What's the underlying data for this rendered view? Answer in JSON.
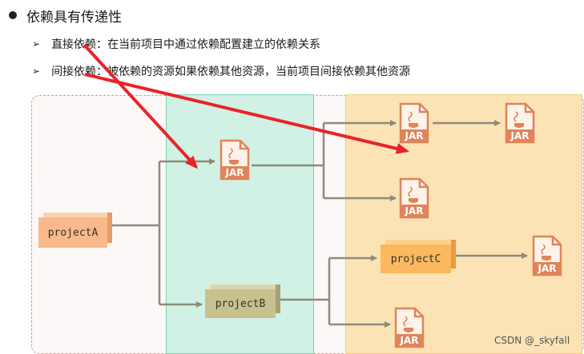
{
  "heading": "依赖具有传递性",
  "items": [
    {
      "label": "直接依赖：",
      "desc": "在当前项目中通过依赖配置建立的依赖关系"
    },
    {
      "label": "间接依赖：",
      "desc": "被依赖的资源如果依赖其他资源，当前项目间接依赖其他资源"
    }
  ],
  "nodes": {
    "projectA": "projectA",
    "projectB": "projectB",
    "projectC": "projectC"
  },
  "jar_label": "JAR",
  "colors": {
    "jar_icon": "#e0845a",
    "connector": "#8f8a7c",
    "annotation_arrow": "#e8242a",
    "zone_direct": "#d1f1e5",
    "zone_indirect": "#fbe3b5"
  },
  "watermark": "CSDN @_skyfall"
}
